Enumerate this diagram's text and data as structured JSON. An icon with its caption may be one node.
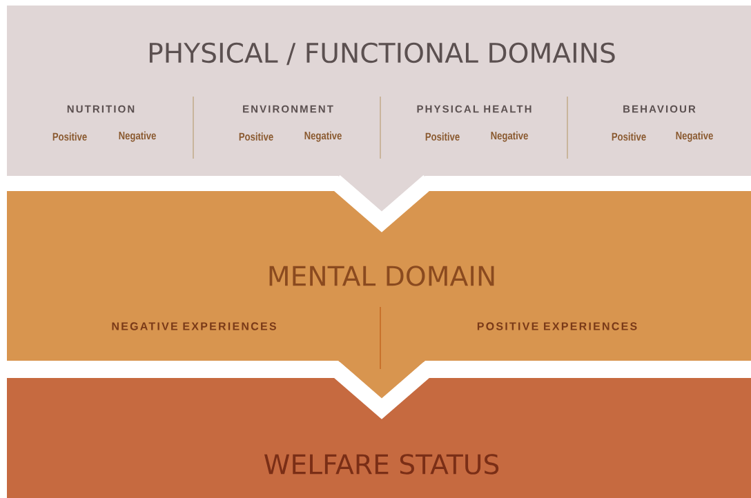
{
  "diagram": {
    "nodes": [
      {
        "text": [
          "PHYSICAL / FUNCTIONAL DOMAINS"
        ]
      },
      {
        "text": [
          "NUTRITION",
          "Positive",
          "Negative"
        ],
        "in": 0
      },
      {
        "text": [
          "ENVIRONMENT",
          "Positive",
          "Negative"
        ],
        "in": 0
      },
      {
        "text": [
          "PHYSICAL HEALTH",
          "Positive",
          "Negative"
        ],
        "in": 0
      },
      {
        "text": [
          "BEHAVIOUR",
          "Positive",
          "Negative"
        ],
        "in": 0
      },
      {
        "text": [
          "MENTAL DOMAIN"
        ]
      },
      {
        "text": [
          "NEGATIVE EXPERIENCES"
        ],
        "in": 5
      },
      {
        "text": [
          "POSITIVE EXPERIENCES"
        ],
        "in": 5
      },
      {
        "text": [
          "WELFARE STATUS"
        ]
      }
    ],
    "edges": [
      {
        "from": 0,
        "to": 5,
        "arrow": "to"
      },
      {
        "from": 5,
        "to": 8,
        "arrow": "to"
      }
    ]
  }
}
